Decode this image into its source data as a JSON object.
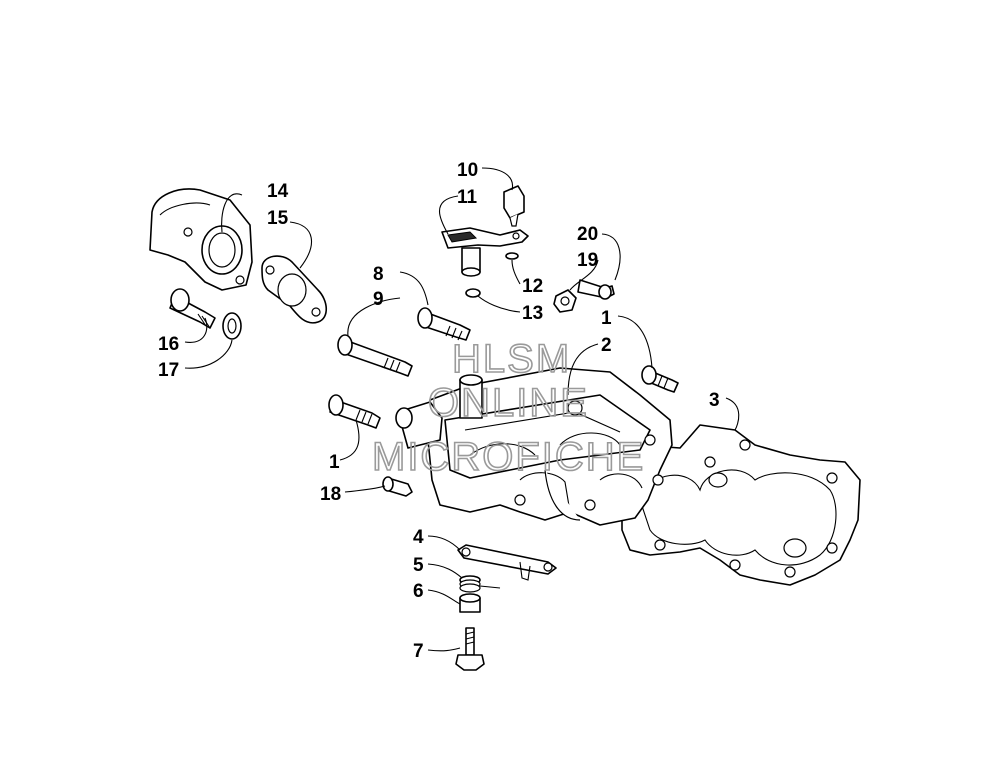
{
  "labels": {
    "l1a": "1",
    "l1b": "1",
    "l2": "2",
    "l3": "3",
    "l4": "4",
    "l5": "5",
    "l6": "6",
    "l7": "7",
    "l8": "8",
    "l9": "9",
    "l10": "10",
    "l11": "11",
    "l12": "12",
    "l13": "13",
    "l14": "14",
    "l15": "15",
    "l16": "16",
    "l17": "17",
    "l18": "18",
    "l19": "19",
    "l20": "20"
  },
  "watermark": {
    "line1": "HLSM",
    "line2": "ONLINE",
    "line3": "MICROFICHE"
  }
}
